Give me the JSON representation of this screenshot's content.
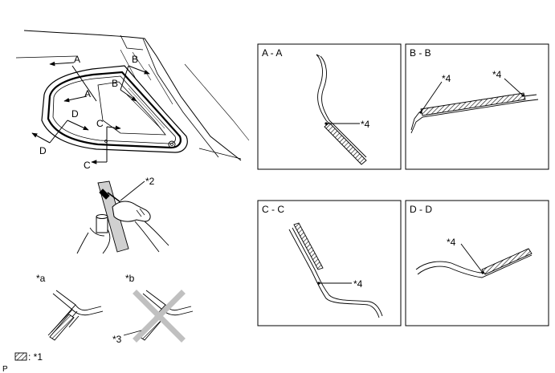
{
  "overview": {
    "labels": {
      "a_top": "A",
      "a_mid": "A",
      "b_top": "B",
      "b_mid": "B",
      "c_top": "C",
      "c_bottom": "C",
      "d_top": "D",
      "d_bottom": "D"
    }
  },
  "primer_step": {
    "callout": "*2"
  },
  "correct_example": {
    "tag": "*a"
  },
  "incorrect_example": {
    "tag": "*b",
    "callout": "*3"
  },
  "legend": {
    "label": ": *1"
  },
  "footer": {
    "code": "P"
  },
  "sections": [
    {
      "id": "aa",
      "title": "A - A",
      "callout": "*4"
    },
    {
      "id": "bb",
      "title": "B - B",
      "callout_left": "*4",
      "callout_right": "*4"
    },
    {
      "id": "cc",
      "title": "C - C",
      "callout": "*4"
    },
    {
      "id": "dd",
      "title": "D - D",
      "callout": "*4"
    }
  ],
  "colors": {
    "cross": "#c0c0c0",
    "tape": "#000000",
    "panel_border": "#000000"
  }
}
